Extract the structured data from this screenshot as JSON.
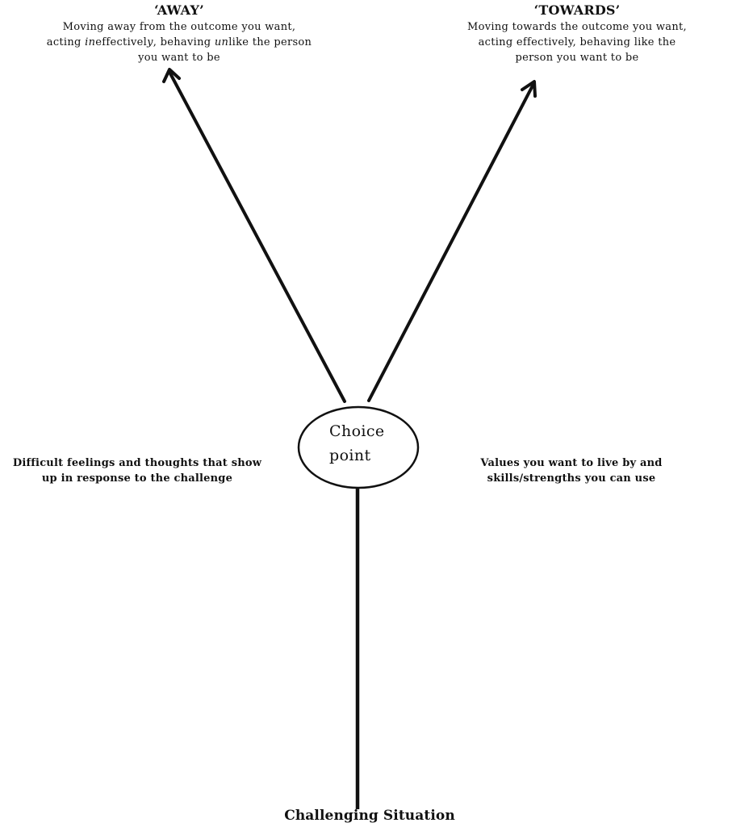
{
  "away": {
    "title": "‘AWAY’",
    "line1": "Moving away from the outcome you want,",
    "line2_pre": "acting ",
    "line2_italic1": "in",
    "line2_mid1": "effectivel",
    "line2_italic2": "y",
    "line2_mid2": ", behaving ",
    "line2_italic3": "un",
    "line2_post": "like the person",
    "line3": "you want to be"
  },
  "towards": {
    "title": "‘TOWARDS’",
    "line1": "Moving towards the outcome you want,",
    "line2": "acting effectively, behaving like the",
    "line3": "person you want to be"
  },
  "left_note": {
    "line1": "Difficult feelings and thoughts that show",
    "line2": "up in response to the challenge"
  },
  "right_note": {
    "line1": "Values you want to live by and",
    "line2": "skills/strengths you can use"
  },
  "choice_point": {
    "line1": "Choice",
    "line2": "point"
  },
  "stem_label": "Challenging Situation",
  "colors": {
    "ink": "#111111",
    "background": "#ffffff"
  },
  "icons": {
    "arrowheads": "open-chevron-arrowhead"
  }
}
